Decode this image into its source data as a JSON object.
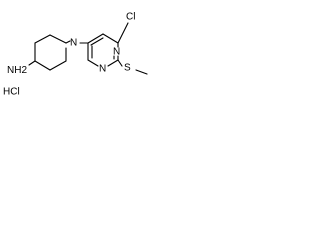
{
  "molecule": {
    "atoms": {
      "cl_top": "Cl",
      "n_piperidine": "N",
      "n_ring_upper": "N",
      "n_ring_lower": "N",
      "sulfur": "S",
      "amine": "NH2"
    },
    "salt": "HCl"
  },
  "colors": {
    "ink": "#000000",
    "background": "#ffffff"
  }
}
